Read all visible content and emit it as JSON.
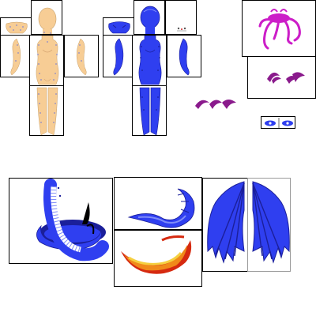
{
  "palette": {
    "skin": "#f7cd95",
    "skin_dots": "#8888cc",
    "blue": "#2f3ff0",
    "blue_dark": "#1b1f9a",
    "blue_light": "#7f8cf8",
    "magenta": "#cc1ec8",
    "purple": "#8a1a8c",
    "flame_red": "#d62a10",
    "flame_orange": "#f08a1a",
    "flame_yellow": "#f5d040",
    "black": "#000000"
  },
  "sheets": [
    {
      "id": "skin-body-sheet",
      "tone": "skin"
    },
    {
      "id": "blue-body-sheet",
      "tone": "blue"
    }
  ],
  "accessories": [
    {
      "id": "tentacle-hair",
      "color": "magenta"
    },
    {
      "id": "purple-swoosh-marks",
      "color": "purple"
    },
    {
      "id": "blue-eyes",
      "color": "blue"
    },
    {
      "id": "naga-tail",
      "color": "blue"
    },
    {
      "id": "curved-horn",
      "color": "blue"
    },
    {
      "id": "fire-streak",
      "color": "flame_red"
    },
    {
      "id": "dragon-wings",
      "color": "blue"
    }
  ]
}
